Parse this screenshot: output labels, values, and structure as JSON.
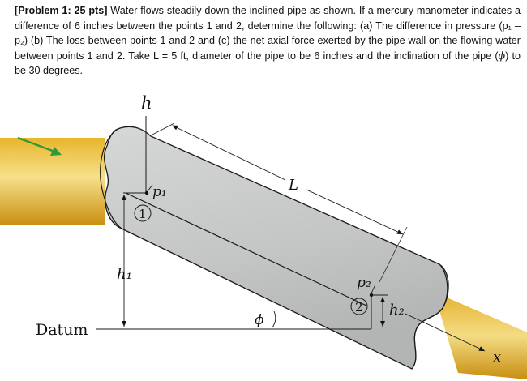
{
  "problem": {
    "heading": "[Problem 1: 25 pts]",
    "text_before_phi": "Water flows steadily down the inclined pipe as shown. If a mercury manometer indicates a difference of 6 inches between the points 1 and 2, determine the following: (a) The difference in pressure (p₁ – p₂) (b) The loss between points 1 and 2 and (c) the net axial force exerted by the pipe wall on the flowing water between points 1 and 2. Take L = 5 ft, diameter of the pipe to be 6 inches and the inclination of the pipe (",
    "phi_symbol": "ϕ",
    "text_after_phi": ") to be 30 degrees."
  },
  "figure": {
    "labels": {
      "h": "h",
      "p1": "p₁",
      "point1": "1",
      "L": "L",
      "h1": "h₁",
      "p2": "p₂",
      "point2": "2",
      "h2": "h₂",
      "phi": "ϕ",
      "datum": "Datum",
      "x": "x"
    },
    "colors": {
      "pipe_fill": "#c7c8c8",
      "pipe_stroke": "#1a1a1a",
      "water_fill": "#d9a21a",
      "water_light": "#f2d77a",
      "arrow": "#2e9a3a"
    }
  }
}
